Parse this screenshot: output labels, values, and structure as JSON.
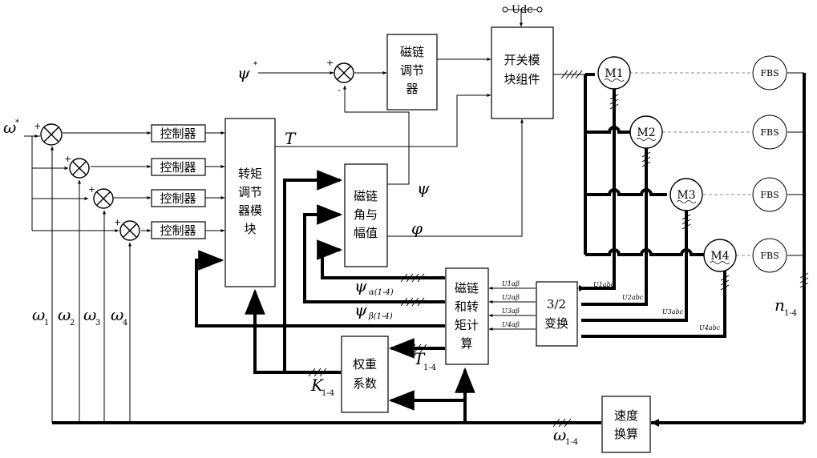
{
  "blocks": {
    "flux_regulator": [
      "磁链",
      "调节",
      "器"
    ],
    "switch_module": [
      "开关模",
      "块组件"
    ],
    "torque_regulator": [
      "转矩",
      "调节",
      "器模",
      "块"
    ],
    "flux_angle": [
      "磁链",
      "角与",
      "幅值"
    ],
    "flux_torque_calc": [
      "磁链",
      "和转",
      "矩计",
      "算"
    ],
    "transform": [
      "3/2",
      "变换"
    ],
    "weight": [
      "权重",
      "系数"
    ],
    "speed_calc": [
      "速度",
      "换算"
    ],
    "controller": "控制器"
  },
  "motors": [
    "M1",
    "M2",
    "M3",
    "M4"
  ],
  "fbs": "FBS",
  "signals": {
    "udc": "Udc",
    "psi": "ψ",
    "psi_ref_star": "*",
    "omega": "ω",
    "omega_ref_star": "*",
    "T": "T",
    "phi": "φ",
    "psi_alpha_sub": "α(1-4)",
    "psi_beta_sub": "β(1-4)",
    "T_sub": "1-4",
    "K": "K",
    "K_sub": "1-4",
    "n": "n",
    "n_sub": "1-4",
    "omega_bus_sub": "1-4",
    "omega_subs": [
      "1",
      "2",
      "3",
      "4"
    ],
    "u_abc": [
      "U1abc",
      "U2abc",
      "U3abc",
      "U4abc"
    ],
    "u_ab": [
      "U1αβ",
      "U2αβ",
      "U3αβ",
      "U4αβ"
    ]
  },
  "signs": {
    "plus": "+",
    "minus": "-"
  }
}
